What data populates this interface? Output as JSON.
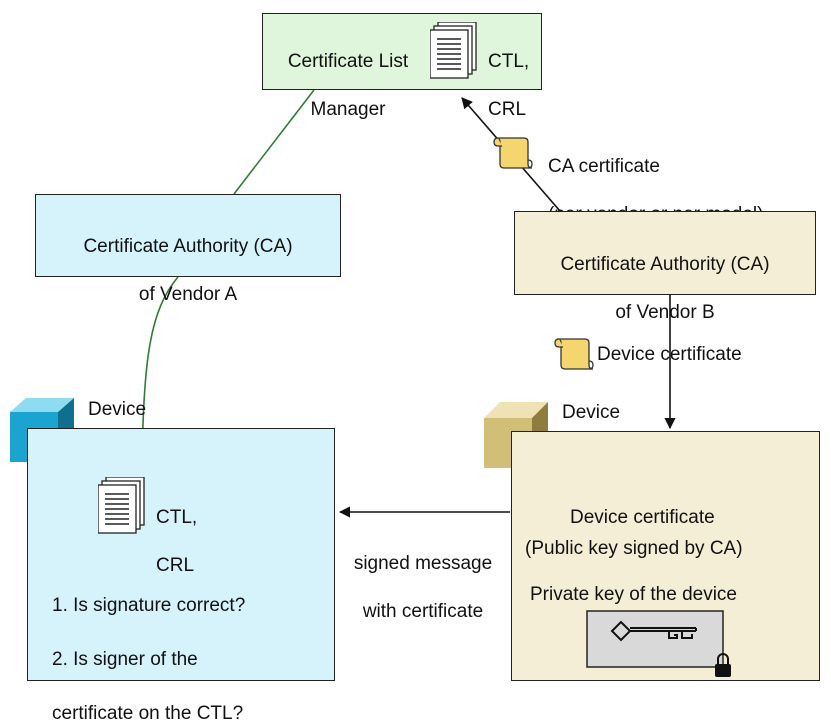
{
  "clm": {
    "line1": "Certificate List",
    "line2": "Manager",
    "doc_line1": "CTL,",
    "doc_line2": "CRL"
  },
  "ca_label": {
    "line1": "CA certificate",
    "line2": "(per vendor or per model)"
  },
  "ca_a": {
    "line1": "Certificate Authority (CA)",
    "line2": "of Vendor A"
  },
  "ca_b": {
    "line1": "Certificate Authority (CA)",
    "line2": "of Vendor B"
  },
  "device_cert_label": "Device certificate",
  "device_a": {
    "title": "Device",
    "doc_line1": "CTL,",
    "doc_line2": "CRL",
    "q1": "1. Is signature correct?",
    "q2": "2. Is signer of the",
    "q3": "certificate on the CTL?"
  },
  "device_b": {
    "title": "Device",
    "cert_line1": "Device certificate",
    "cert_line2": "(Public key signed by CA)",
    "private_key": "Private key of the device"
  },
  "message": {
    "line1": "signed message",
    "line2": "with certificate"
  },
  "colors": {
    "clm_fill": "#dff5dc",
    "ca_a_fill": "#d6f3fb",
    "ca_b_fill": "#f4eed7",
    "device_a_fill": "#d6f3fb",
    "device_b_fill": "#f4eed7",
    "cube_blue": "#1aa4cf",
    "cube_tan": "#d2bf77",
    "scroll": "#f5d56e",
    "green_arrow": "#2e7d32",
    "key_box": "#d9d9d9"
  },
  "icons": [
    "document-stack-icon",
    "certificate-scroll-icon",
    "cube-icon",
    "key-icon",
    "padlock-icon"
  ]
}
